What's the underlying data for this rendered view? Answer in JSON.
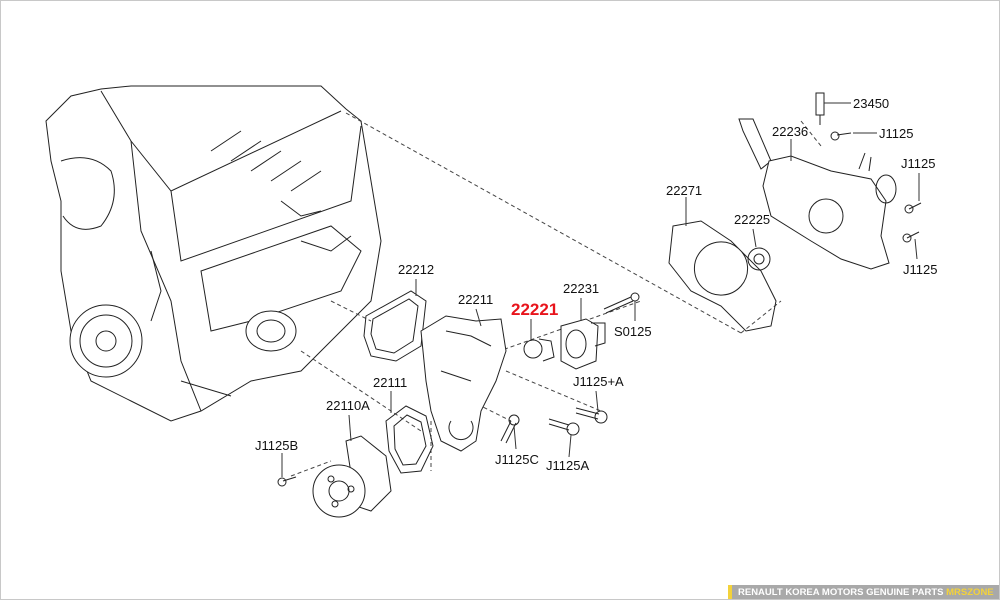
{
  "diagram": {
    "highlight_color": "#e8141c",
    "callouts": [
      {
        "id": "c23450",
        "text": "23450"
      },
      {
        "id": "cj1125a",
        "text": "J1125"
      },
      {
        "id": "c22236",
        "text": "22236"
      },
      {
        "id": "cj1125b",
        "text": "J1125"
      },
      {
        "id": "c22271",
        "text": "22271"
      },
      {
        "id": "c22225",
        "text": "22225"
      },
      {
        "id": "cj1125c",
        "text": "J1125"
      },
      {
        "id": "c22212",
        "text": "22212"
      },
      {
        "id": "c22211",
        "text": "22211"
      },
      {
        "id": "c22221",
        "text": "22221",
        "highlighted": true
      },
      {
        "id": "c22231",
        "text": "22231"
      },
      {
        "id": "cs0125",
        "text": "S0125"
      },
      {
        "id": "cj1125pa",
        "text": "J1125+A"
      },
      {
        "id": "c22111",
        "text": "22111"
      },
      {
        "id": "c22110a",
        "text": "22110A"
      },
      {
        "id": "cj1125bb",
        "text": "J1125B"
      },
      {
        "id": "cj1125cc",
        "text": "J1125C"
      },
      {
        "id": "cj1125aa",
        "text": "J1125A"
      }
    ]
  },
  "watermark": {
    "text": "RENAULT KOREA MOTORS GENUINE PARTS",
    "brand": "MRSZONE"
  }
}
